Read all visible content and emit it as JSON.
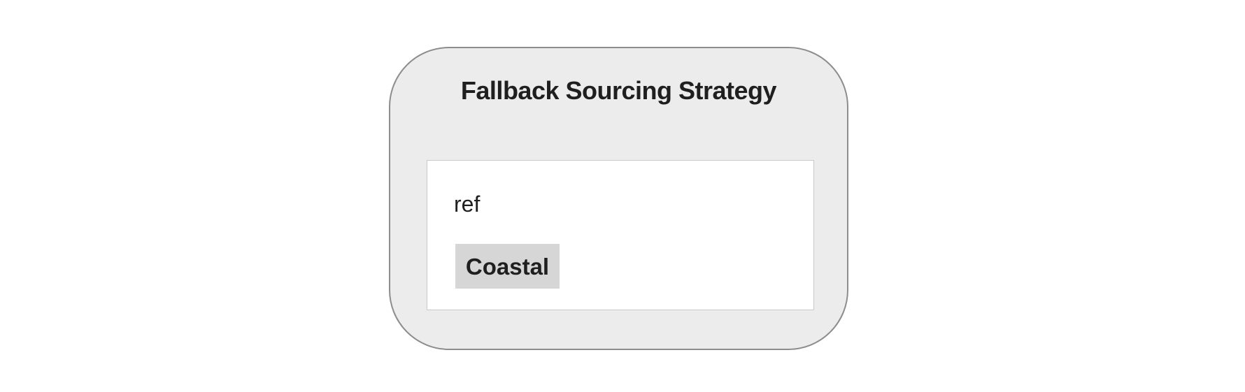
{
  "diagram": {
    "title": "Fallback Sourcing Strategy",
    "frame_tag": "ref",
    "node_label": "Coastal",
    "colors": {
      "page_background": "#ffffff",
      "container_fill": "#ececec",
      "container_border": "#8d8d8d",
      "frame_fill": "#ffffff",
      "frame_border": "#c9c9c9",
      "node_fill": "#d6d6d6",
      "text": "#1f1f1f"
    }
  }
}
